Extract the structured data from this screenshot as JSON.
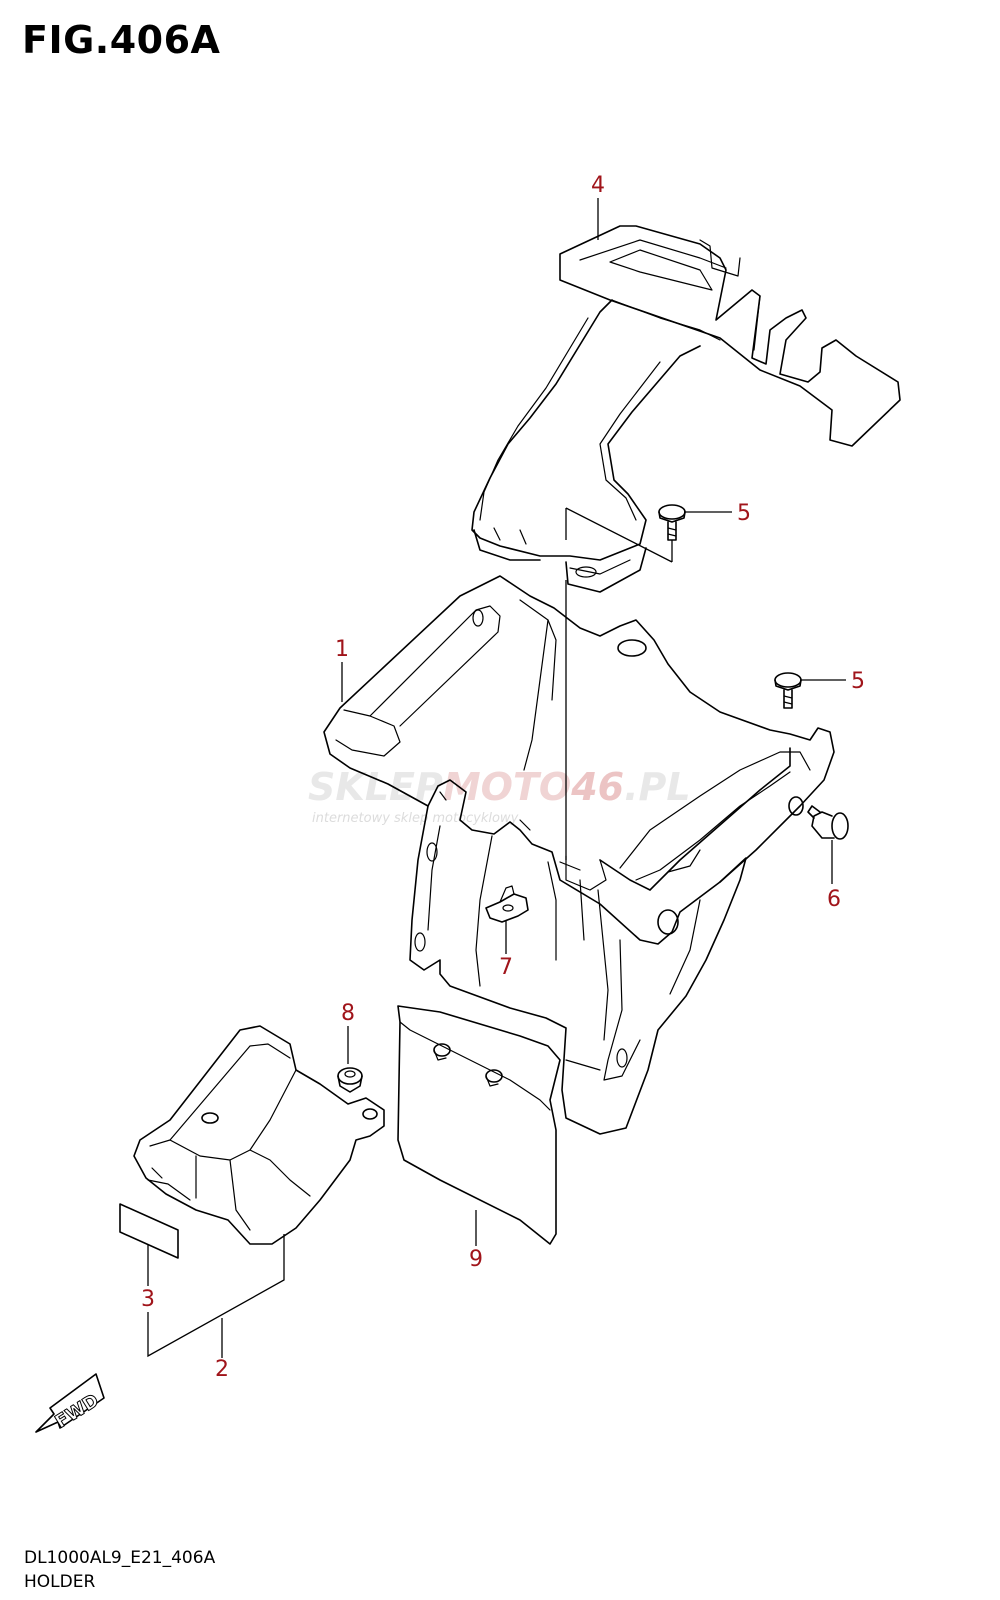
{
  "figure": {
    "title": "FIG.406A",
    "model_code": "DL1000AL9_E21_406A",
    "section_name": "HOLDER"
  },
  "watermark": {
    "brand_part1": "SKLEP",
    "brand_part2": "MOTO",
    "brand_part3": "46",
    "brand_part4": ".PL",
    "tagline": "internetowy sklep motocyklowy"
  },
  "direction_marker": "FWD",
  "callouts": [
    {
      "id": "1",
      "label": "1"
    },
    {
      "id": "2",
      "label": "2"
    },
    {
      "id": "3",
      "label": "3"
    },
    {
      "id": "4",
      "label": "4"
    },
    {
      "id": "5a",
      "label": "5"
    },
    {
      "id": "5b",
      "label": "5"
    },
    {
      "id": "6",
      "label": "6"
    },
    {
      "id": "7",
      "label": "7"
    },
    {
      "id": "8",
      "label": "8"
    },
    {
      "id": "9",
      "label": "9"
    }
  ],
  "colors": {
    "callout": "#a0141a",
    "line": "#000000",
    "watermark_accent": "#e0b0b0"
  }
}
